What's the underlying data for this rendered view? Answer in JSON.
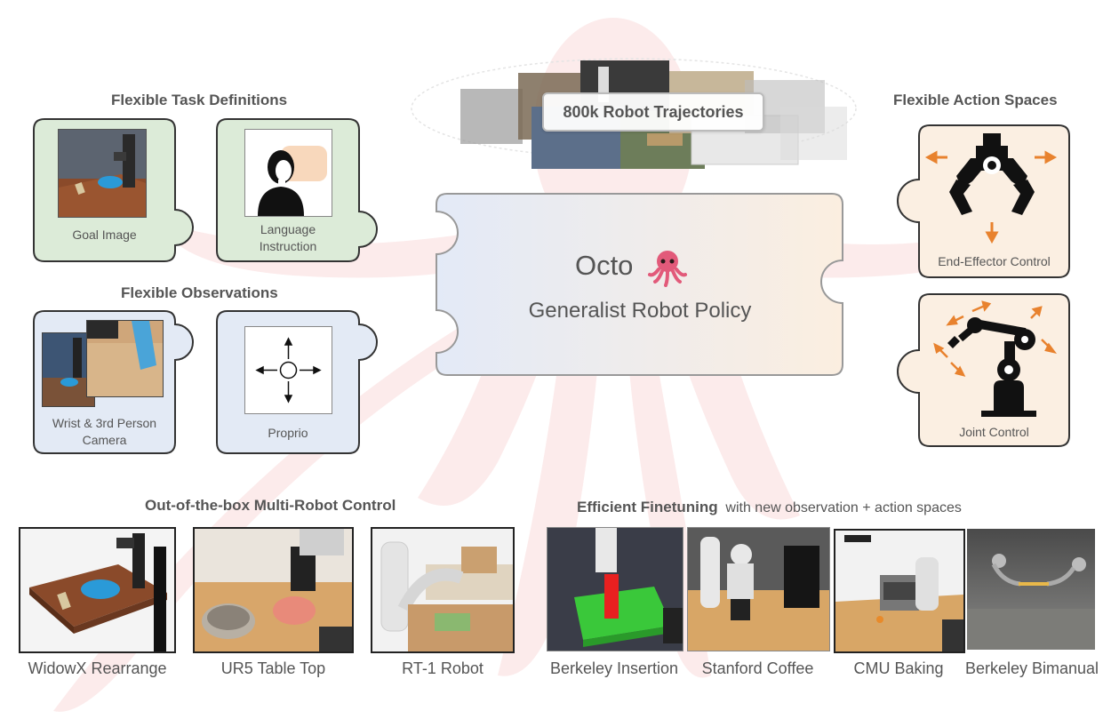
{
  "banner": {
    "text": "800k Robot Trajectories"
  },
  "center": {
    "name": "Octo",
    "subtitle": "Generalist Robot Policy"
  },
  "sections": {
    "task": "Flexible Task Definitions",
    "observations": "Flexible Observations",
    "actions": "Flexible Action Spaces",
    "multi_robot": "Out-of-the-box Multi-Robot Control",
    "finetune_bold": "Efficient Finetuning",
    "finetune_rest": "with new observation + action spaces"
  },
  "pieces": {
    "goal_image": "Goal Image",
    "language_line1": "Language",
    "language_line2": "Instruction",
    "wrist_line1": "Wrist & 3rd Person",
    "wrist_line2": "Camera",
    "proprio": "Proprio",
    "end_effector": "End-Effector Control",
    "joint": "Joint Control"
  },
  "robots": [
    "WidowX Rearrange",
    "UR5 Table Top",
    "RT-1 Robot",
    "Berkeley Insertion",
    "Stanford Coffee",
    "CMU Baking",
    "Berkeley Bimanual"
  ],
  "colors": {
    "green_fill": "#dcebd8",
    "blue_fill": "#e3eaf5",
    "peach_fill": "#fbefe2",
    "accent_orange": "#e8822e",
    "watermark": "#fbe3e3",
    "outline": "#333333",
    "center_outline": "#999999"
  },
  "icons": {
    "octopus": "octopus-icon",
    "gripper": "gripper-icon",
    "robot_arm": "robot-arm-icon",
    "person": "person-speaking-icon",
    "arrows": "proprio-arrows-icon"
  }
}
